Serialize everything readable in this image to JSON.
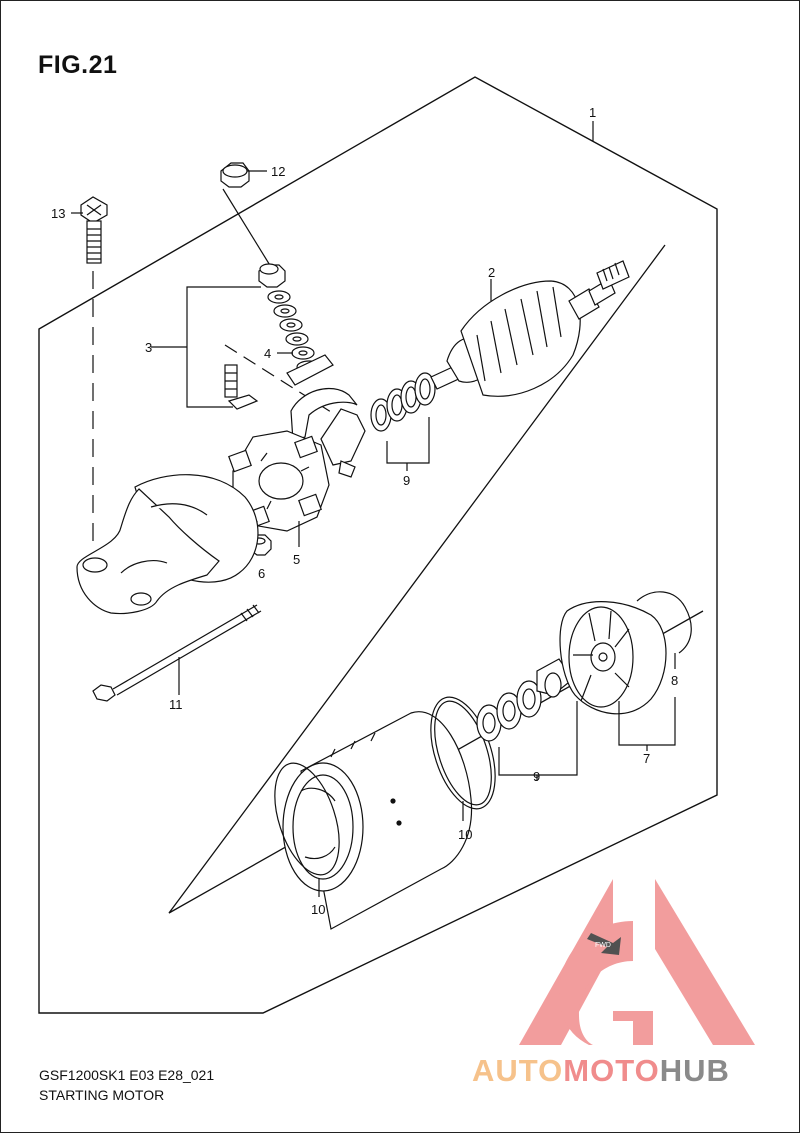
{
  "figure": {
    "title": "FIG.21",
    "model_code": "GSF1200SK1 E03 E28_021",
    "assembly_name": "STARTING MOTOR"
  },
  "callouts": {
    "c1": "1",
    "c2": "2",
    "c3": "3",
    "c4": "4",
    "c5": "5",
    "c6": "6",
    "c7": "7",
    "c8": "8",
    "c9a": "9",
    "c9b": "9",
    "c10a": "10",
    "c10b": "10",
    "c11": "11",
    "c12": "12",
    "c13": "13"
  },
  "fwd_label": "FWD",
  "watermark": {
    "part1": "AUTO",
    "part2": "MOTO",
    "part3": "HUB",
    "color_light": "#f6c28b",
    "color_red": "#f08c8c",
    "color_gray": "#8a8a8a"
  }
}
